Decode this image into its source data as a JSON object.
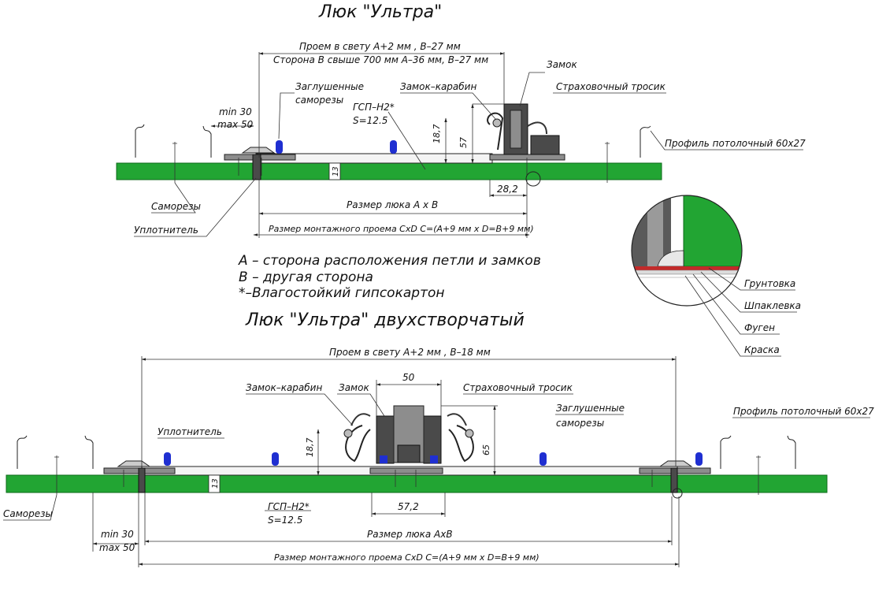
{
  "top": {
    "title": "Люк \"Ультра\"",
    "dim_opening_1": "Проем в свету А+2 мм , В–27 мм",
    "dim_opening_2": "Сторона В свыше 700 мм А–36 мм, В–27 мм",
    "lock": "Замок",
    "lock_carbine": "Замок–карабин",
    "safety_cable": "Страховочный тросик",
    "plugged_screws_1": "Заглушенные",
    "plugged_screws_2": "саморезы",
    "gsp_1": "ГСП–Н2*",
    "gsp_2": "S=12.5",
    "min": "min 30",
    "max": "max 50",
    "d187": "18,7",
    "d57": "57",
    "d13": "13",
    "d282": "28,2",
    "profile": "Профиль потолочный 60х27",
    "screws": "Саморезы",
    "seal": "Уплотнитель",
    "hatch_size": "Размер люка А х В",
    "mount_size": "Размер монтажного проема СхD С=(А+9 мм х D=В+9 мм)"
  },
  "legend": {
    "a": "А – сторона расположения петли и замков",
    "b": "В – другая сторона",
    "note": "*–Влагостойкий гипсокартон"
  },
  "detail": {
    "primer": "Грунтовка",
    "putty": "Шпаклевка",
    "fugen": "Фуген",
    "paint": "Краска"
  },
  "bottom": {
    "title": "Люк \"Ультра\" двухстворчатый",
    "dim_opening": "Проем в свету А+2 мм , В–18 мм",
    "d50": "50",
    "lock_carbine": "Замок–карабин",
    "lock": "Замок",
    "safety_cable": "Страховочный тросик",
    "plugged_screws_1": "Заглушенные",
    "plugged_screws_2": "саморезы",
    "profile": "Профиль потолочный 60х27",
    "seal": "Уплотнитель",
    "d187": "18,7",
    "d65": "65",
    "d13": "13",
    "screws": "Саморезы",
    "gsp_1": "ГСП–Н2*",
    "gsp_2": "S=12.5",
    "d572": "57,2",
    "min": "min 30",
    "max": "max 50",
    "hatch_size": "Размер люка АхВ",
    "mount_size": "Размер монтажного проема СхD С=(А+9 мм х D=В+9 мм)"
  }
}
